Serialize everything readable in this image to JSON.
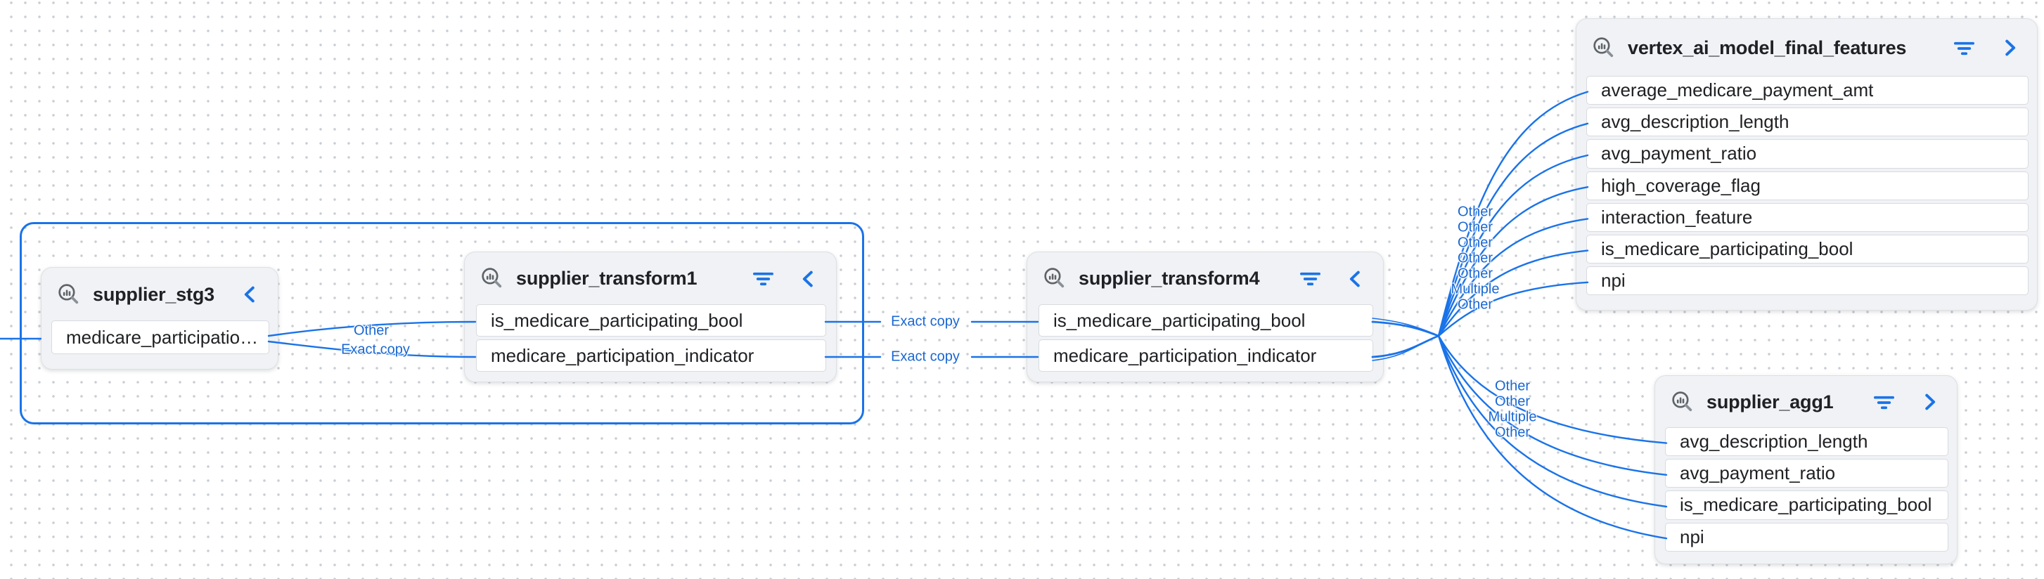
{
  "app": {
    "view": "column-level-lineage-graph"
  },
  "colors": {
    "accent_blue": "#1a73e8",
    "edge_blue": "#1967d2",
    "selection_blue": "#1a73e8",
    "node_background": "#f0f2f5",
    "row_background": "#ffffff",
    "row_border": "#d8dbdf",
    "title_text": "#202124",
    "field_text": "#202124",
    "icon_gray": "#5f6368",
    "dot_grid": "#caced4"
  },
  "nodes": [
    {
      "id": "supplier_stg3",
      "title": "supplier_stg3",
      "icons": {
        "type": "table-insights-icon",
        "chevron": "chevron-left-icon"
      },
      "has_filter": false,
      "chevron_direction": "left",
      "fields": [
        "medicare_participatio…"
      ]
    },
    {
      "id": "supplier_transform1",
      "title": "supplier_transform1",
      "icons": {
        "type": "table-insights-icon",
        "filter": "filter-icon",
        "chevron": "chevron-left-icon"
      },
      "has_filter": true,
      "chevron_direction": "left",
      "fields": [
        "is_medicare_participating_bool",
        "medicare_participation_indicator"
      ]
    },
    {
      "id": "supplier_transform4",
      "title": "supplier_transform4",
      "icons": {
        "type": "table-insights-icon",
        "filter": "filter-icon",
        "chevron": "chevron-left-icon"
      },
      "has_filter": true,
      "chevron_direction": "left",
      "fields": [
        "is_medicare_participating_bool",
        "medicare_participation_indicator"
      ]
    },
    {
      "id": "vertex_ai_model_final_features",
      "title": "vertex_ai_model_final_features",
      "icons": {
        "type": "table-insights-icon",
        "filter": "filter-icon",
        "chevron": "chevron-right-icon"
      },
      "has_filter": true,
      "chevron_direction": "right",
      "fields": [
        "average_medicare_payment_amt",
        "avg_description_length",
        "avg_payment_ratio",
        "high_coverage_flag",
        "interaction_feature",
        "is_medicare_participating_bool",
        "npi"
      ]
    },
    {
      "id": "supplier_agg1",
      "title": "supplier_agg1",
      "icons": {
        "type": "table-insights-icon",
        "filter": "filter-icon",
        "chevron": "chevron-right-icon"
      },
      "has_filter": true,
      "chevron_direction": "right",
      "fields": [
        "avg_description_length",
        "avg_payment_ratio",
        "is_medicare_participating_bool",
        "npi"
      ]
    }
  ],
  "selection_box": {
    "around_nodes": [
      "supplier_stg3",
      "supplier_transform1"
    ]
  },
  "edges": {
    "incoming_stub_to": "supplier_stg3.medicare_participatio…",
    "stg3_to_transform1": [
      {
        "label": "Other",
        "to_field": "is_medicare_participating_bool"
      },
      {
        "label": "Exact copy",
        "to_field": "medicare_participation_indicator"
      }
    ],
    "transform1_to_transform4": [
      {
        "label": "Exact copy",
        "to_field": "is_medicare_participating_bool"
      },
      {
        "label": "Exact copy",
        "to_field": "medicare_participation_indicator"
      }
    ],
    "transform4_to_vertex_labels": [
      "Other",
      "Other",
      "Other",
      "Other",
      "Other",
      "Multiple",
      "Other"
    ],
    "transform4_to_agg1_labels": [
      "Other",
      "Other",
      "Multiple",
      "Other"
    ]
  }
}
